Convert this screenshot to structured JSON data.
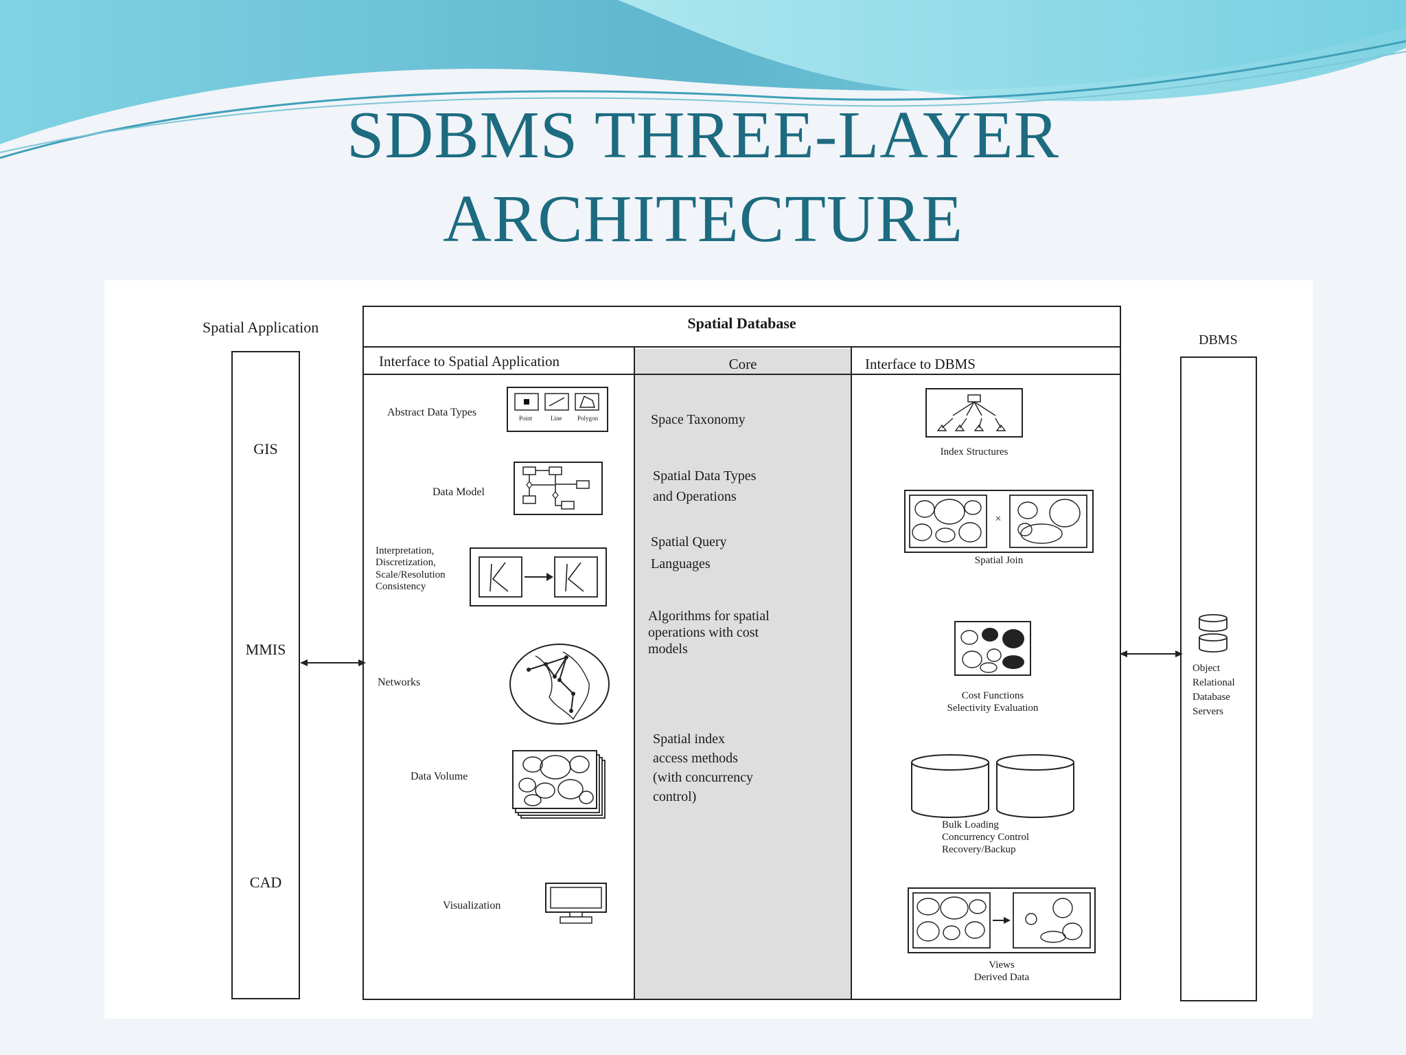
{
  "slide": {
    "title_line1": "SDBMS THREE-LAYER",
    "title_line2": "ARCHITECTURE"
  },
  "colors": {
    "title": "#1d6b80",
    "wave_dark": "#5db8cf",
    "wave_light": "#9fe3ee",
    "core_fill": "#dedede"
  },
  "diagram": {
    "spatial_application": {
      "label": "Spatial Application",
      "items": [
        "GIS",
        "MMIS",
        "CAD"
      ]
    },
    "spatial_database": {
      "title": "Spatial Database",
      "interface_app": {
        "header": "Interface to Spatial Application",
        "items": {
          "adt": "Abstract Data Types",
          "adt_sub": [
            "Point",
            "Line",
            "Polygon"
          ],
          "data_model": "Data Model",
          "interpretation": "Interpretation,\nDiscretization,\nScale/Resolution\nConsistency",
          "networks": "Networks",
          "data_volume": "Data Volume",
          "visualization": "Visualization"
        }
      },
      "core": {
        "header": "Core",
        "items": [
          "Space Taxonomy",
          "Spatial Data Types\n and Operations",
          "Spatial Query\nLanguages",
          "Algorithms for spatial\noperations with cost\nmodels",
          "Spatial index\naccess methods\n(with concurrency\ncontrol)"
        ]
      },
      "interface_dbms": {
        "header": "Interface to DBMS",
        "items": {
          "index": "Index Structures",
          "join": "Spatial Join",
          "join_op": "×",
          "cost": "Cost Functions\nSelectivity Evaluation",
          "bulk": "Bulk Loading\nConcurrency Control\nRecovery/Backup",
          "views": "Views\nDerived Data"
        }
      }
    },
    "dbms": {
      "label": "DBMS",
      "servers": "Object\nRelational\nDatabase\nServers"
    }
  }
}
